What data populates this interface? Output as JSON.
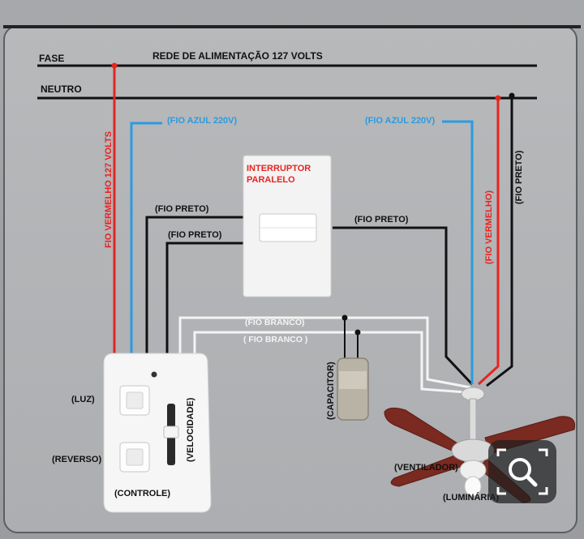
{
  "labels": {
    "fase": "FASE",
    "rede": "REDE DE ALIMENTAÇÃO 127 VOLTS",
    "neutro": "NEUTRO",
    "fio_vermelho_127": "FIO VERMELHO 127 VOLTS",
    "fio_azul_left": "(FIO AZUL 220V)",
    "fio_azul_right": "(FIO AZUL 220V)",
    "interruptor_line1": "INTERRUPTOR",
    "interruptor_line2": "PARALELO",
    "fio_preto_1": "(FIO PRETO)",
    "fio_preto_2": "(FIO PRETO)",
    "fio_preto_3": "(FIO PRETO)",
    "fio_preto_vertical": "(FIO PRETO)",
    "fio_vermelho_right": "(FIO VERMELHO)",
    "fio_branco_1": "(FIO BRANCO)",
    "fio_branco_2": "( FIO BRANCO )",
    "capacitor": "(CAPACITOR)",
    "luz": "(LUZ)",
    "velocidade": "(VELOCIDADE)",
    "reverso": "(REVERSO)",
    "controle": "(CONTROLE)",
    "ventilador": "(VENTILADOR)",
    "luminaria": "(LUMINÁRIA)"
  },
  "colors": {
    "red_wire": "#e52521",
    "blue_wire": "#2a9be0",
    "black_wire": "#111111",
    "white_wire": "#f4f4f4",
    "red_text": "#e52521",
    "blue_text": "#2a9be0"
  },
  "icons": {
    "lens": "magnifier-icon"
  }
}
